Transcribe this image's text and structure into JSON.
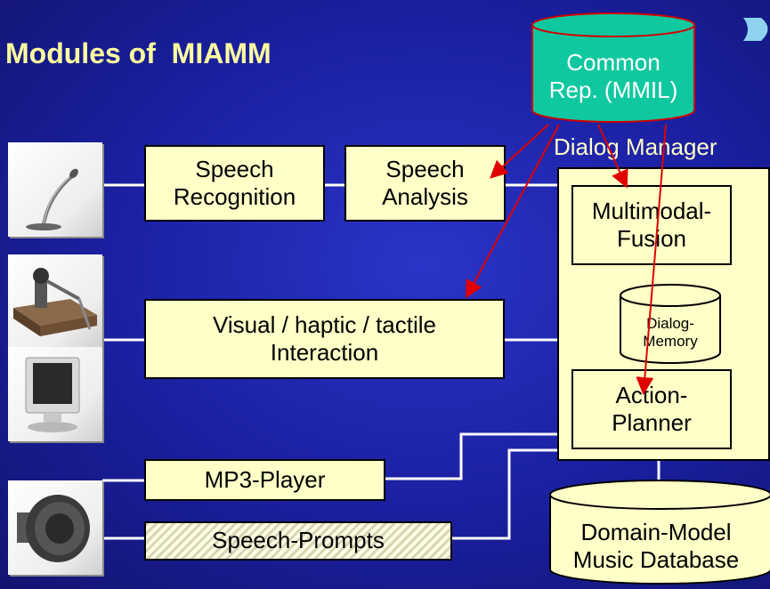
{
  "slide": {
    "title": "Modules of  MIAMM",
    "dialog_manager_label": "Dialog Manager"
  },
  "modules": {
    "speech_recognition": [
      "Speech",
      "Recognition"
    ],
    "speech_analysis": [
      "Speech",
      "Analysis"
    ],
    "visual_haptic": [
      "Visual / haptic / tactile",
      "Interaction"
    ],
    "mp3_player": "MP3-Player",
    "speech_prompts": "Speech-Prompts",
    "multimodal_fusion": [
      "Multimodal-",
      "Fusion"
    ],
    "dialog_memory": [
      "Dialog-",
      "Memory"
    ],
    "action_planner": [
      "Action-",
      "Planner"
    ],
    "common_rep": [
      "Common",
      "Rep. (MMIL)"
    ],
    "domain_model": [
      "Domain-Model",
      "Music Database"
    ]
  },
  "colors": {
    "background": "#1a1f9e",
    "box_fill": "#ffffc8",
    "title_color": "#ffffa0",
    "common_rep_fill": "#10c8a0",
    "arrow_color": "#e00000",
    "line_color": "#ffffff"
  },
  "icons": [
    "microphone-icon",
    "haptic-device-icon",
    "monitor-icon",
    "speaker-icon",
    "logo-icon"
  ]
}
